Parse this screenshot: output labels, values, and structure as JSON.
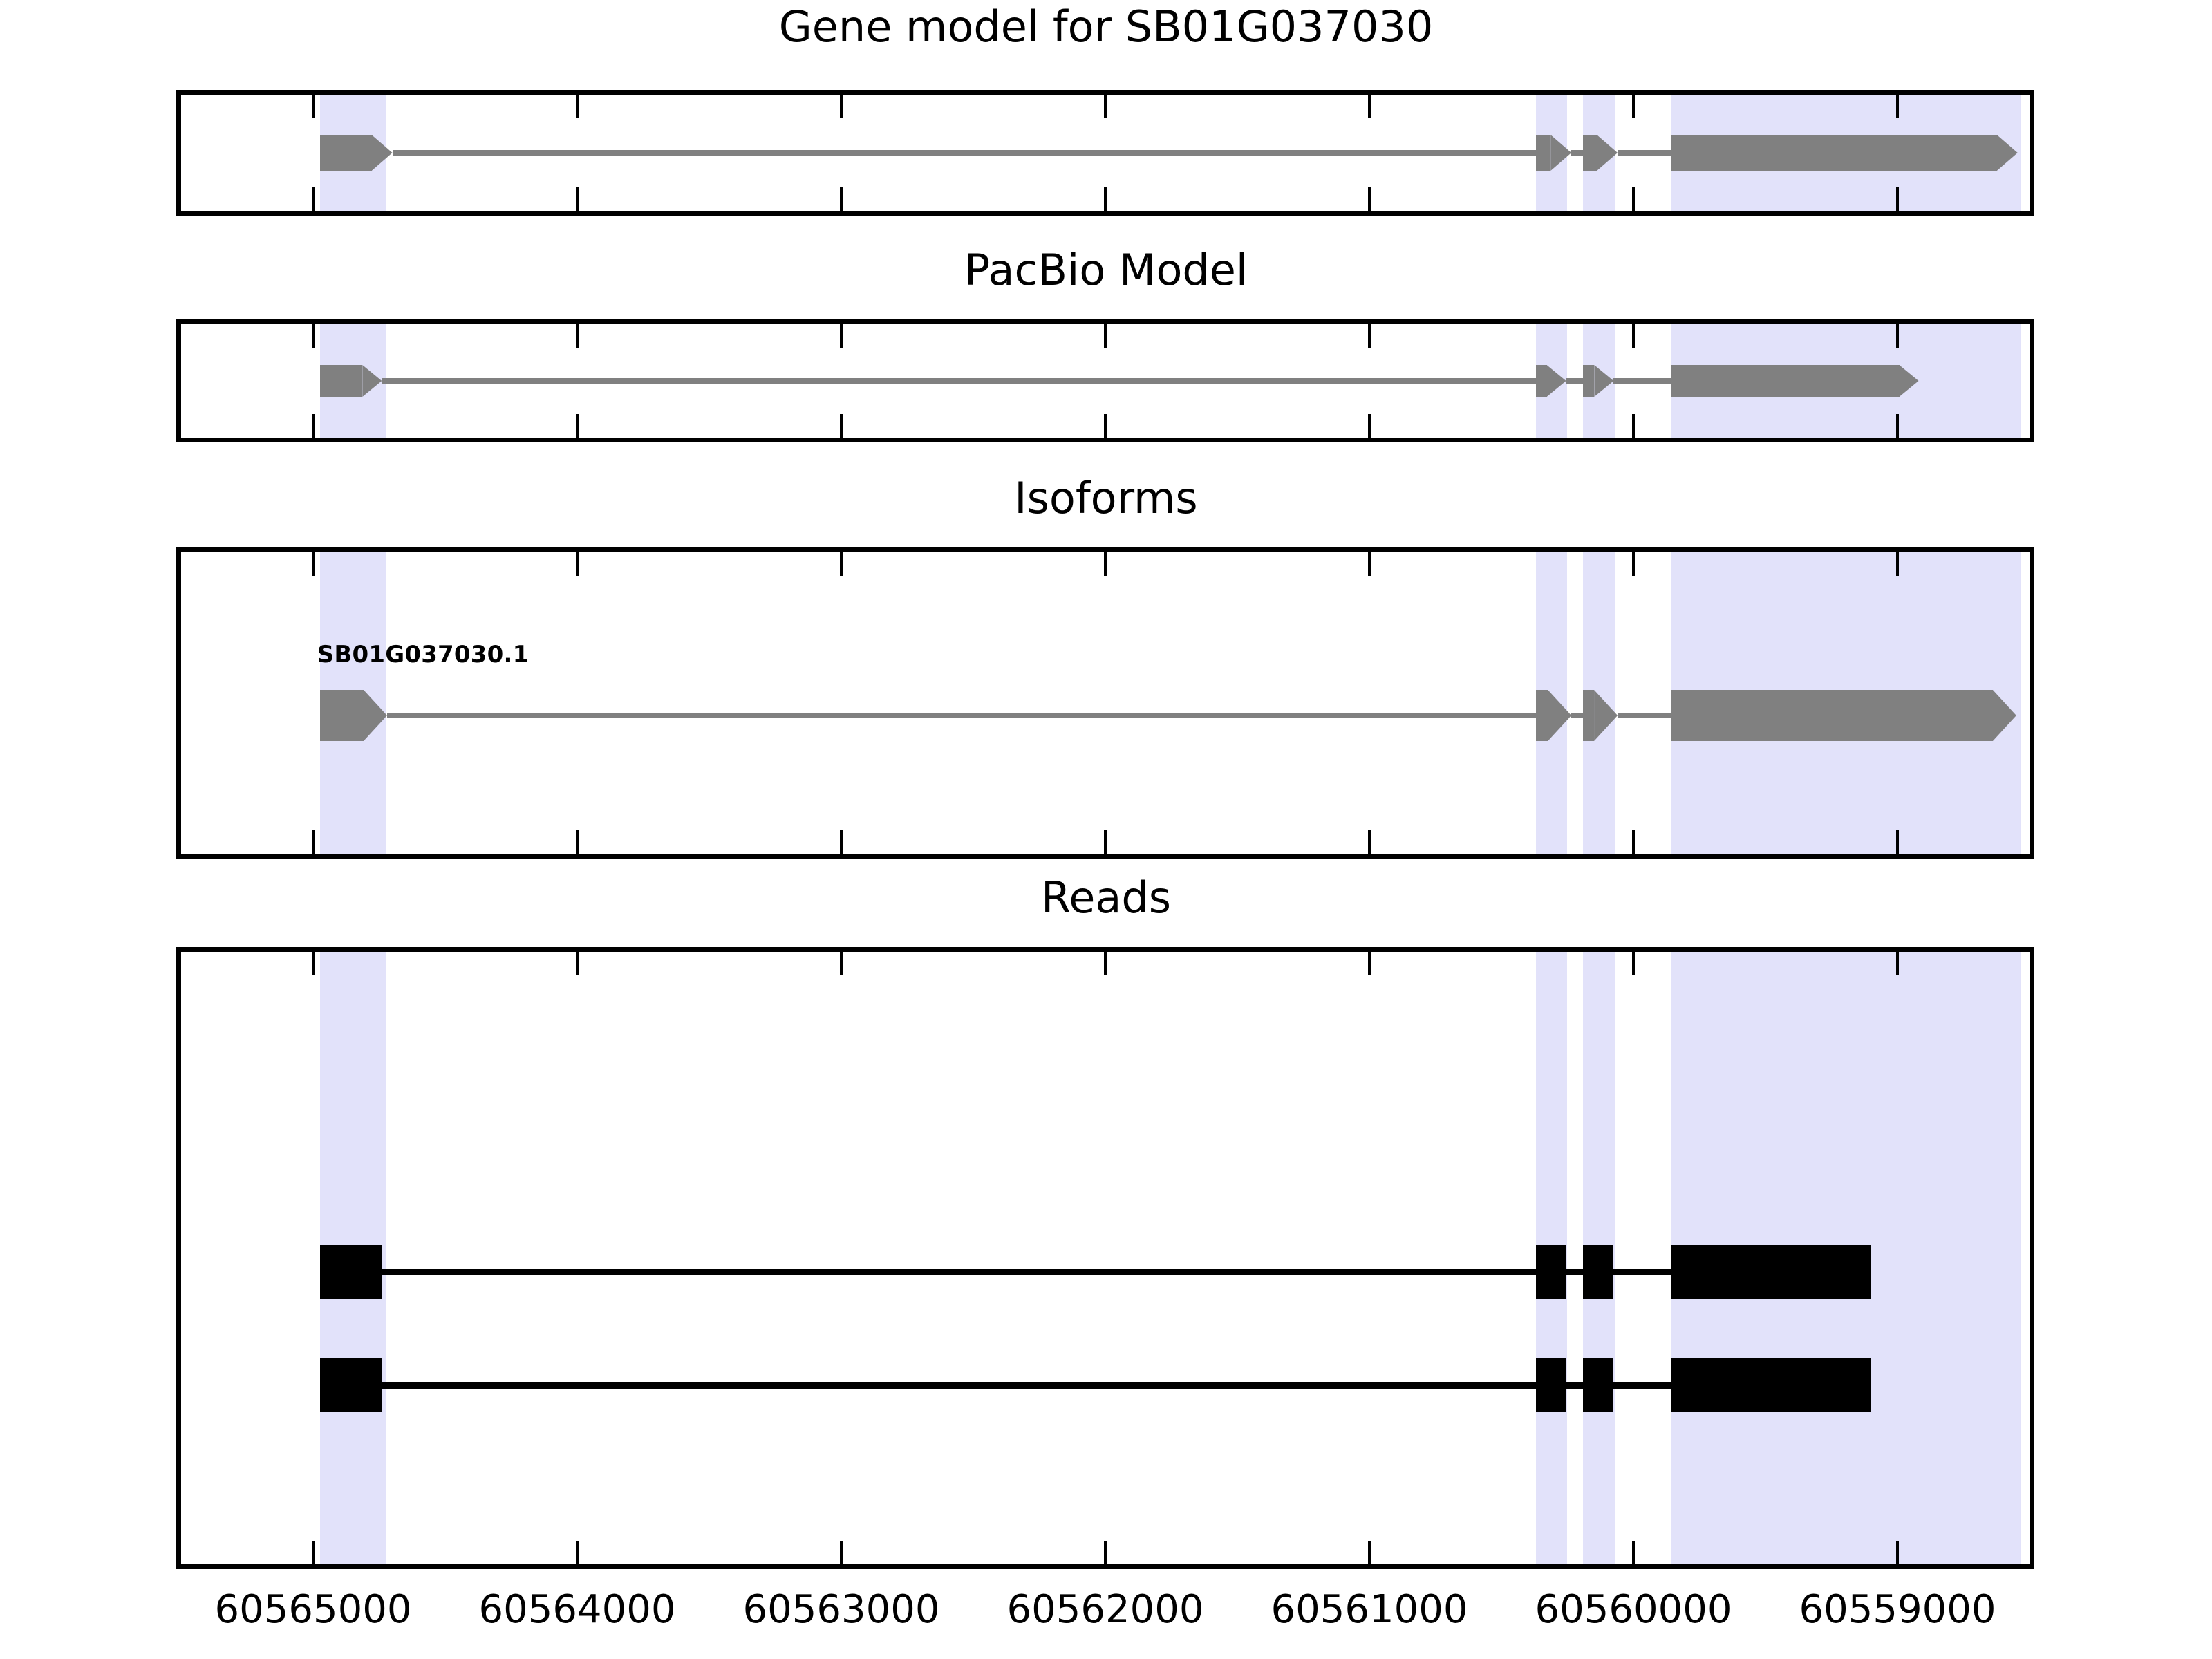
{
  "figure": {
    "title": "Gene model for SB01G037030",
    "background_color": "#ffffff",
    "exon_color": "#808080",
    "read_color": "#000000",
    "highlight_band_color": "#e2e2fa",
    "axis_color": "#000000"
  },
  "panels": [
    {
      "key": "gene_model",
      "title": "Gene model for SB01G037030"
    },
    {
      "key": "pacbio_model",
      "title": "PacBio Model"
    },
    {
      "key": "isoforms",
      "title": "Isoforms"
    },
    {
      "key": "reads",
      "title": "Reads"
    }
  ],
  "isoform_labels": [
    {
      "text": "SB01G037030.1"
    }
  ],
  "chart_data": {
    "type": "genome-browser-track",
    "title": "Gene model for SB01G037030",
    "xlabel": "",
    "ylabel": "",
    "orientation": "reverse",
    "strand": "minus",
    "xlim": [
      60565500,
      60558500
    ],
    "xticks": [
      60565000,
      60564000,
      60563000,
      60562000,
      60561000,
      60560000,
      60559000
    ],
    "xticklabels": [
      "60565000",
      "60564000",
      "60563000",
      "60562000",
      "60561000",
      "60560000",
      "60559000"
    ],
    "grid": false,
    "legend": "none",
    "highlight_regions": [
      {
        "start": 60564975,
        "end": 60564725
      },
      {
        "start": 60560370,
        "end": 60560250
      },
      {
        "start": 60560190,
        "end": 60560070
      },
      {
        "start": 60559855,
        "end": 60558535
      }
    ],
    "tracks": [
      {
        "name": "Gene model for SB01G037030",
        "feature_color": "#808080",
        "features": [
          {
            "type": "exon",
            "start": 60564975,
            "end": 60564700,
            "arrowhead": true
          },
          {
            "type": "exon",
            "start": 60560370,
            "end": 60560235,
            "arrowhead": true
          },
          {
            "type": "exon",
            "start": 60560190,
            "end": 60560060,
            "arrowhead": true
          },
          {
            "type": "exon",
            "start": 60559855,
            "end": 60558545,
            "arrowhead": true
          }
        ],
        "introns": [
          {
            "start": 60564700,
            "end": 60560370
          },
          {
            "start": 60560235,
            "end": 60560190
          },
          {
            "start": 60560060,
            "end": 60559855
          }
        ]
      },
      {
        "name": "PacBio Model",
        "feature_color": "#808080",
        "features": [
          {
            "type": "exon",
            "start": 60564975,
            "end": 60564740,
            "arrowhead": true
          },
          {
            "type": "exon",
            "start": 60560370,
            "end": 60560255,
            "arrowhead": true
          },
          {
            "type": "exon",
            "start": 60560190,
            "end": 60560075,
            "arrowhead": true
          },
          {
            "type": "exon",
            "start": 60559855,
            "end": 60558920,
            "arrowhead": true
          }
        ],
        "introns": [
          {
            "start": 60564740,
            "end": 60560370
          },
          {
            "start": 60560255,
            "end": 60560190
          },
          {
            "start": 60560075,
            "end": 60559855
          }
        ]
      },
      {
        "name": "Isoforms",
        "feature_color": "#808080",
        "label": "SB01G037030.1",
        "features": [
          {
            "type": "exon",
            "start": 60564975,
            "end": 60564720,
            "arrowhead": true
          },
          {
            "type": "exon",
            "start": 60560370,
            "end": 60560235,
            "arrowhead": true
          },
          {
            "type": "exon",
            "start": 60560190,
            "end": 60560060,
            "arrowhead": true
          },
          {
            "type": "exon",
            "start": 60559855,
            "end": 60558550,
            "arrowhead": true
          }
        ],
        "introns": [
          {
            "start": 60564720,
            "end": 60560370
          },
          {
            "start": 60560235,
            "end": 60560190
          },
          {
            "start": 60560060,
            "end": 60559855
          }
        ]
      },
      {
        "name": "Reads",
        "feature_color": "#000000",
        "read_count": 2,
        "reads": [
          {
            "id": "read-1",
            "features": [
              {
                "type": "exon",
                "start": 60564975,
                "end": 60564740
              },
              {
                "type": "exon",
                "start": 60560370,
                "end": 60560255
              },
              {
                "type": "exon",
                "start": 60560190,
                "end": 60560075
              },
              {
                "type": "exon",
                "start": 60559855,
                "end": 60559100
              }
            ],
            "introns": [
              {
                "start": 60564740,
                "end": 60560370
              },
              {
                "start": 60560255,
                "end": 60560190
              },
              {
                "start": 60560075,
                "end": 60559855
              }
            ]
          },
          {
            "id": "read-2",
            "features": [
              {
                "type": "exon",
                "start": 60564975,
                "end": 60564740
              },
              {
                "type": "exon",
                "start": 60560370,
                "end": 60560255
              },
              {
                "type": "exon",
                "start": 60560190,
                "end": 60560075
              },
              {
                "type": "exon",
                "start": 60559855,
                "end": 60559100
              }
            ],
            "introns": [
              {
                "start": 60564740,
                "end": 60560370
              },
              {
                "start": 60560255,
                "end": 60560190
              },
              {
                "start": 60560075,
                "end": 60559855
              }
            ]
          }
        ]
      }
    ]
  }
}
